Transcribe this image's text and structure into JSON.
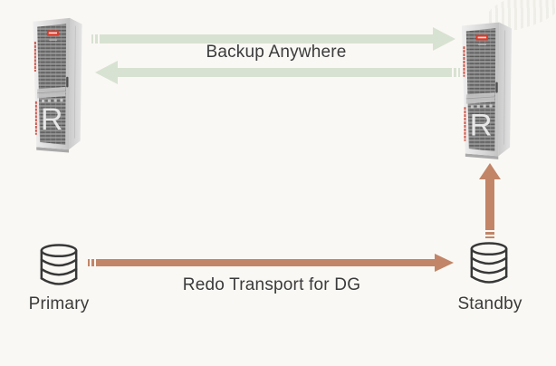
{
  "diagram": {
    "type": "architecture-diagram",
    "rack_letter": "R",
    "colors": {
      "background": "#FAF8F4",
      "green_arrow": "#D8E2D2",
      "brown_arrow": "#C28567",
      "text_color": "#3B3B3B",
      "oracle_red": "#DA3C2B",
      "rack_silver": "#D8D8D8",
      "db_stroke": "#383838"
    },
    "nodes": {
      "left_appliance": {
        "icon": "recovery-appliance-rack",
        "badge": "oracle-logo"
      },
      "right_appliance": {
        "icon": "recovery-appliance-rack",
        "badge": "oracle-logo"
      },
      "primary_db": {
        "label": "Primary",
        "icon": "database-cylinder-icon"
      },
      "standby_db": {
        "label": "Standby",
        "icon": "database-cylinder-icon"
      }
    },
    "edges": {
      "backup_anywhere": {
        "label": "Backup Anywhere",
        "direction": "bidirectional",
        "from": "left-appliance",
        "to": "right-appliance"
      },
      "redo_transport": {
        "label": "Redo Transport for DG",
        "direction": "right",
        "from": "primary-db",
        "to": "standby-db"
      },
      "standby_to_appliance": {
        "direction": "up",
        "from": "standby-db",
        "to": "right-appliance"
      }
    }
  }
}
